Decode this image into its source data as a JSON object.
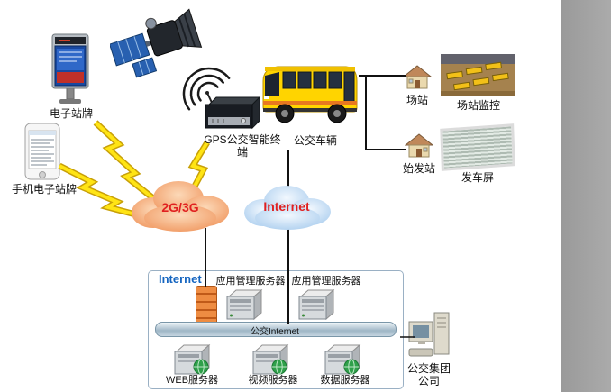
{
  "colors": {
    "cloud_mobile": "#f0965e",
    "cloud_internet": "#aacdee",
    "lightning": "#ffe414",
    "label_red": "#e02020",
    "label_blue": "#1565c0",
    "bus_yellow": "#ffd400",
    "firewall_orange": "#ee8c42"
  },
  "left_devices": {
    "kiosk_label": "电子站牌",
    "phone_label": "手机电子站牌"
  },
  "vehicle": {
    "gps_terminal_label": "GPS公交智能终端",
    "bus_label": "公交车辆"
  },
  "stations": {
    "depot_label": "场站",
    "depot_monitor_label": "场站监控",
    "origin_label": "始发站",
    "departure_screen_label": "发车屏"
  },
  "clouds": {
    "mobile_network_label": "2G/3G",
    "internet_label": "Internet"
  },
  "datacenter": {
    "internet_label": "Internet",
    "app_server_1_label": "应用管理服务器",
    "app_server_2_label": "应用管理服务器",
    "backbone_label": "公交Internet",
    "web_server_label": "WEB服务器",
    "video_server_label": "视频服务器",
    "data_server_label": "数据服务器"
  },
  "company": {
    "name_line1": "公交集团",
    "name_line2": "公司"
  }
}
